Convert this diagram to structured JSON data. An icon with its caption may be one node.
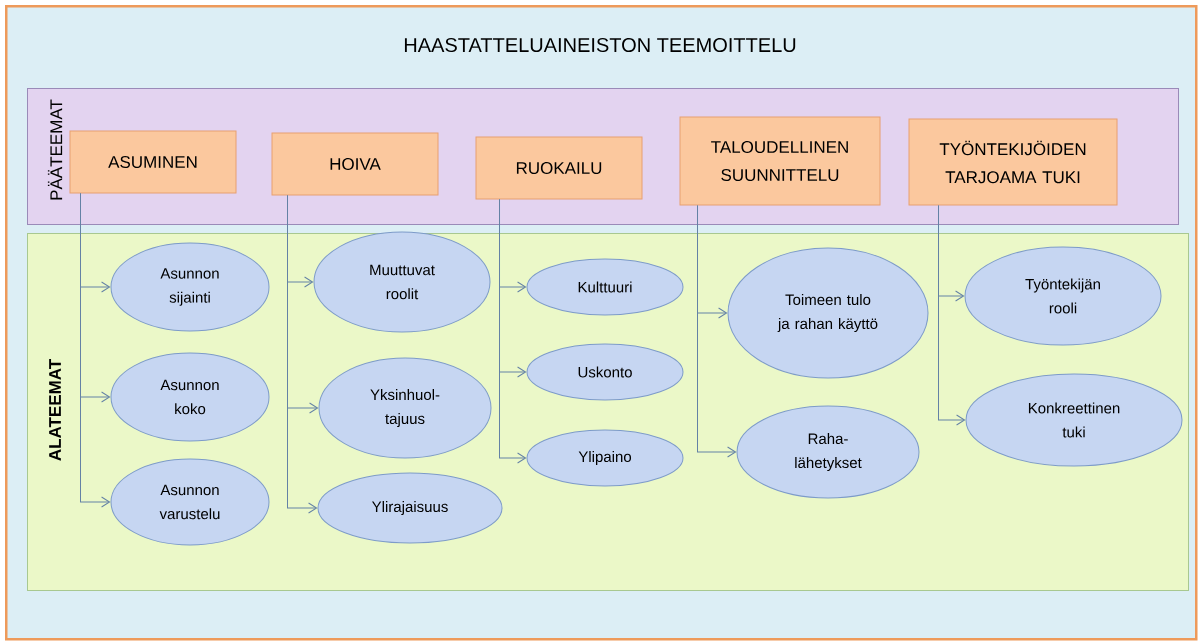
{
  "diagram": {
    "nodes": [
      {
        "text": [
          "HAASTATTELUAINEISTON TEEMOITTELU"
        ]
      },
      {
        "text": [
          "PÄÄTEEMAT"
        ],
        "in": 0
      },
      {
        "text": [
          "ALATEEMAT"
        ],
        "in": 0
      },
      {
        "text": [
          "ASUMINEN"
        ],
        "in": 1
      },
      {
        "text": [
          "HOIVA"
        ],
        "in": 1
      },
      {
        "text": [
          "RUOKAILU"
        ],
        "in": 1
      },
      {
        "text": [
          "TALOUDELLINEN SUUNNITTELU"
        ],
        "in": 1
      },
      {
        "text": [
          "TYÖNTEKIJÖIDEN TARJOAMA TUKI"
        ],
        "in": 1
      },
      {
        "text": [
          "Asunnon sijainti"
        ],
        "in": 2
      },
      {
        "text": [
          "Asunnon koko"
        ],
        "in": 2
      },
      {
        "text": [
          "Asunnon varustelu"
        ],
        "in": 2
      },
      {
        "text": [
          "Muuttuvat roolit"
        ],
        "in": 2
      },
      {
        "text": [
          "Yksinhuol- tajuus"
        ],
        "in": 2
      },
      {
        "text": [
          "Ylirajaisuus"
        ],
        "in": 2
      },
      {
        "text": [
          "Kulttuuri"
        ],
        "in": 2
      },
      {
        "text": [
          "Uskonto"
        ],
        "in": 2
      },
      {
        "text": [
          "Ylipaino"
        ],
        "in": 2
      },
      {
        "text": [
          "Toimeen tulo ja rahan käyttö"
        ],
        "in": 2
      },
      {
        "text": [
          "Raha- lähetykset"
        ],
        "in": 2
      },
      {
        "text": [
          "Työntekijän rooli"
        ],
        "in": 2
      },
      {
        "text": [
          "Konkreettinen tuki"
        ],
        "in": 2
      }
    ],
    "edges": [
      {
        "from": 3,
        "to": 8,
        "arrow": "to"
      },
      {
        "from": 3,
        "to": 9,
        "arrow": "to"
      },
      {
        "from": 3,
        "to": 10,
        "arrow": "to"
      },
      {
        "from": 4,
        "to": 11,
        "arrow": "to"
      },
      {
        "from": 4,
        "to": 12,
        "arrow": "to"
      },
      {
        "from": 4,
        "to": 13,
        "arrow": "to"
      },
      {
        "from": 5,
        "to": 14,
        "arrow": "to"
      },
      {
        "from": 5,
        "to": 15,
        "arrow": "to"
      },
      {
        "from": 5,
        "to": 16,
        "arrow": "to"
      },
      {
        "from": 6,
        "to": 17,
        "arrow": "to"
      },
      {
        "from": 6,
        "to": 18,
        "arrow": "to"
      },
      {
        "from": 7,
        "to": 19,
        "arrow": "to"
      },
      {
        "from": 7,
        "to": 20,
        "arrow": "to"
      }
    ]
  }
}
